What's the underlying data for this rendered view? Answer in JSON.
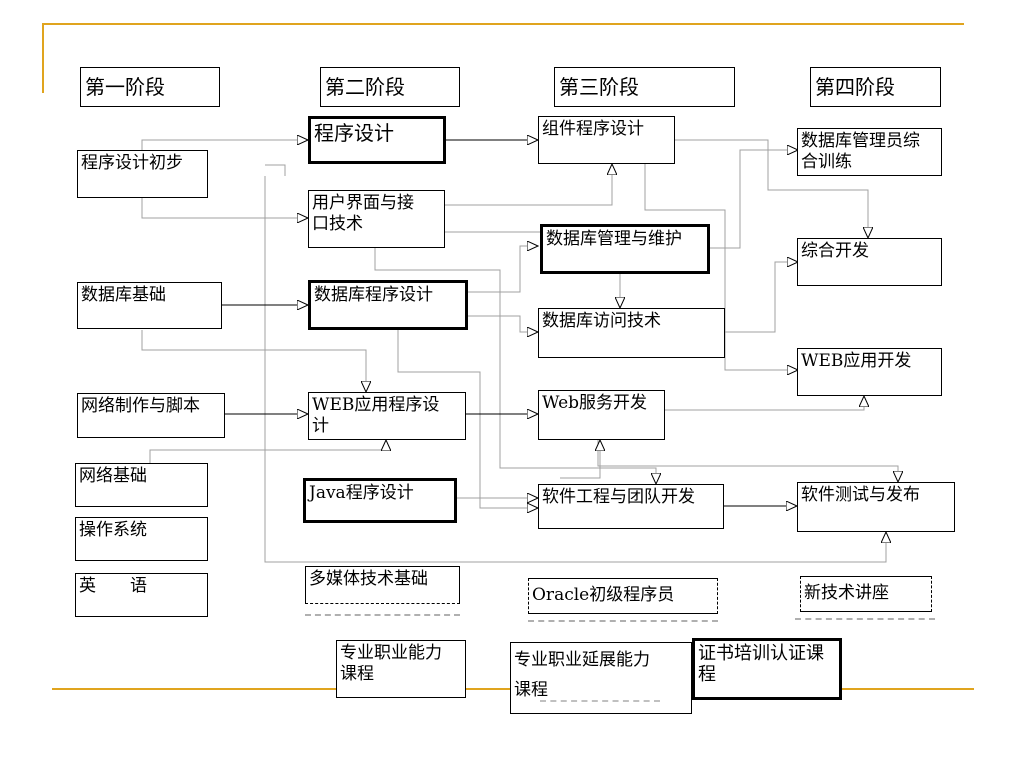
{
  "colors": {
    "accent": "#e0a41e",
    "connector": "#a0a0a0",
    "arrow": "#000000"
  },
  "stages": [
    "第一阶段",
    "第二阶段",
    "第三阶段",
    "第四阶段"
  ],
  "stage1": {
    "programming_basics": "程序设计初步",
    "database_basics": "数据库基础",
    "web_scripting": "网络制作与脚本",
    "network_basics": "网络基础",
    "os": "操作系统",
    "english": "英　　语"
  },
  "stage2": {
    "programming_design": "程序设计",
    "ui_interface_1": "用户界面与接",
    "ui_interface_2": "口技术",
    "db_programming": "数据库程序设计",
    "web_app_1": "WEB应用程序设",
    "web_app_2": "计",
    "java": "Java程序设计",
    "multimedia": "多媒体技术基础"
  },
  "stage3": {
    "component": "组件程序设计",
    "db_admin": "数据库管理与维护",
    "db_access": "数据库访问技术",
    "web_service": "Web服务开发",
    "software_eng": "软件工程与团队开发",
    "oracle": "Oracle初级程序员"
  },
  "stage4": {
    "dba_training_1": "数据库管理员综",
    "dba_training_2": "合训练",
    "integrated_dev": "综合开发",
    "web_dev": "WEB应用开发",
    "testing": "软件测试与发布",
    "new_tech": "新技术讲座"
  },
  "legend": {
    "core_1": "专业职业能力",
    "core_2": "课程",
    "ext_1": "专业职业延展能力",
    "ext_2": "课程",
    "cert_1": "证书培训认证课",
    "cert_2": "程"
  }
}
